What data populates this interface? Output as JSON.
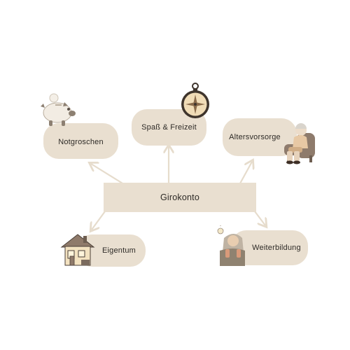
{
  "diagram": {
    "center": {
      "label": "Girokonto"
    },
    "branches": [
      {
        "id": "notgroschen",
        "label": "Notgroschen",
        "icon": "piggy-bank-icon"
      },
      {
        "id": "spass",
        "label": "Spaß & Freizeit",
        "icon": "compass-icon"
      },
      {
        "id": "altersvorsorge",
        "label": "Altersvorsorge",
        "icon": "elderly-person-armchair-icon"
      },
      {
        "id": "eigentum",
        "label": "Eigentum",
        "icon": "house-icon"
      },
      {
        "id": "weiterbildung",
        "label": "Weiterbildung",
        "icon": "student-lightbulb-icon"
      }
    ],
    "colors": {
      "background": "#ffffff",
      "node_fill": "#e9dfd0",
      "arrow": "#e6dccc",
      "text": "#2d2a26"
    }
  }
}
